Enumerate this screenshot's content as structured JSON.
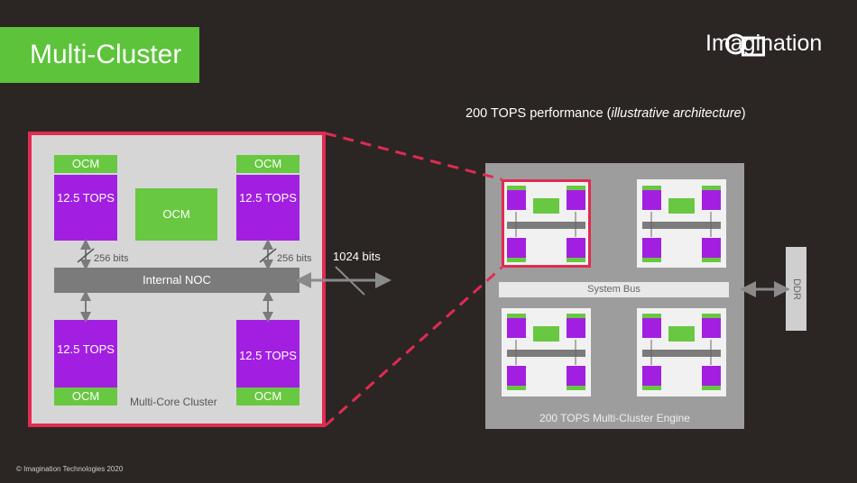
{
  "title": "Multi-Cluster",
  "logo_text": "Imagination",
  "caption": {
    "prefix": "200 TOPS performance (",
    "italic": "illustrative architecture",
    "suffix": ")"
  },
  "cluster": {
    "ocm_label": "OCM",
    "core_label": "12.5 TOPS",
    "noc_label": "Internal NOC",
    "bus_width_label": "256 bits",
    "name": "Multi-Core Cluster"
  },
  "external_link_label": "1024 bits",
  "engine": {
    "system_bus_label": "System Bus",
    "name": "200 TOPS Multi-Cluster Engine",
    "ddr_label": "DDR"
  },
  "copyright": "© Imagination Technologies 2020",
  "colors": {
    "accent_green": "#68c841",
    "core_purple": "#a21fe1",
    "highlight_red": "#e02b52",
    "background": "#2b2624"
  }
}
